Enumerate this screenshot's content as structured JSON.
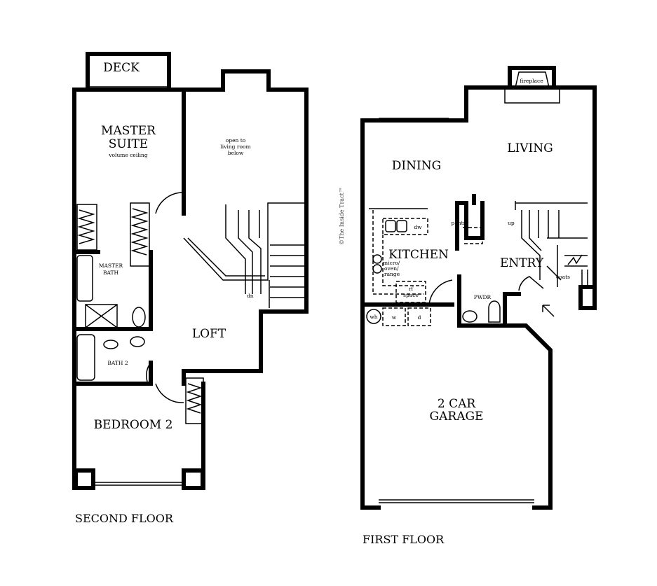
{
  "second_floor": {
    "title": "SECOND FLOOR",
    "deck": "DECK",
    "master_suite_line1": "MASTER",
    "master_suite_line2": "SUITE",
    "volume_ceiling": "volume ceiling",
    "open_to_line1": "open to",
    "open_to_line2": "living room",
    "open_to_line3": "below",
    "master_bath_line1": "MASTER",
    "master_bath_line2": "BATH",
    "bath2": "BATH 2",
    "loft": "LOFT",
    "bedroom2": "BEDROOM 2",
    "stairs_down": "dn"
  },
  "first_floor": {
    "title": "FIRST FLOOR",
    "dining": "DINING",
    "living": "LIVING",
    "fireplace": "fireplace",
    "pantry": "pantry",
    "dishwasher": "dw",
    "kitchen": "KITCHEN",
    "micro_line1": "micro/",
    "micro_line2": "oven/",
    "micro_line3": "range",
    "rf_line1": "rf",
    "rf_line2": "space",
    "water_heater": "wh",
    "washer": "w",
    "dryer": "d",
    "powder": "PWDR",
    "entry": "ENTRY",
    "coats": "coats",
    "stairs_up": "up",
    "garage_line1": "2 CAR",
    "garage_line2": "GARAGE"
  },
  "watermark": "©The Inside Tract™"
}
